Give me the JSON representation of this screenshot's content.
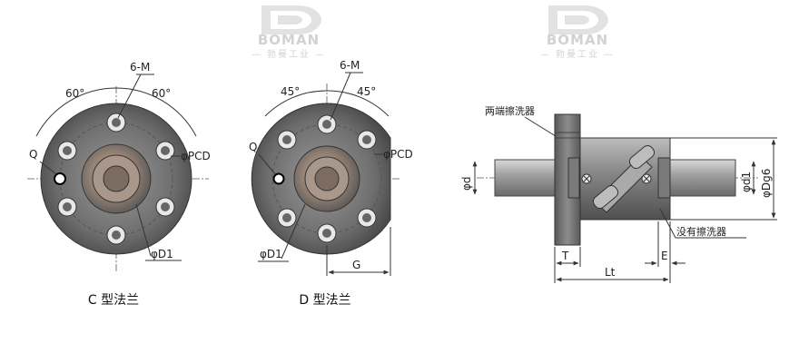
{
  "watermark": {
    "brand": "BOMAN",
    "tagline": "— 勃曼工业 —"
  },
  "c_flange": {
    "caption": "C 型法兰",
    "angle_left": "60°",
    "angle_right": "60°",
    "holes_label": "6-M",
    "q_label": "Q",
    "pcd_label": "φPCD",
    "d1_label": "φD1"
  },
  "d_flange": {
    "caption": "D 型法兰",
    "angle_left": "45°",
    "angle_right": "45°",
    "holes_label": "6-M",
    "q_label": "Q",
    "pcd_label": "φPCD",
    "d1_label": "φD1",
    "g_label": "G"
  },
  "side_view": {
    "wiper_both_ends": "两端擦洗器",
    "no_wiper": "没有擦洗器",
    "d_label": "φd",
    "d1_label": "φd1",
    "dg6_label": "φDg6",
    "t_label": "T",
    "e_label": "E",
    "lt_label": "Lt"
  }
}
